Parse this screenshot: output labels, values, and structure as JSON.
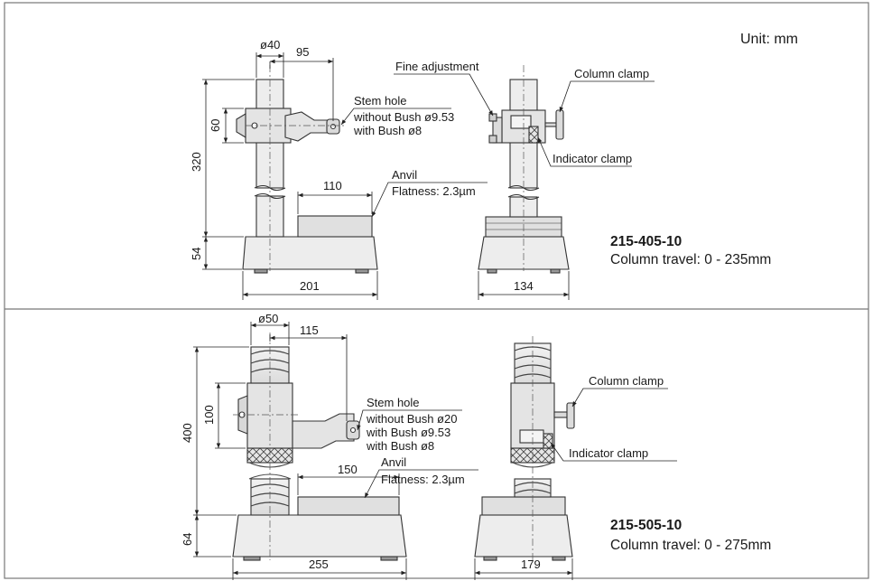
{
  "header": {
    "unit": "Unit: mm"
  },
  "stand_top": {
    "model": "215-405-10",
    "travel": "Column travel: 0 - 235mm",
    "dims": {
      "column_dia": "ø40",
      "reach": "95",
      "clamp_height": "60",
      "height": "320",
      "base_height": "54",
      "anvil_width": "110",
      "base_width": "201",
      "side_width": "134"
    },
    "labels": {
      "stem_hole": "Stem hole",
      "stem_without": "without Bush ø9.53",
      "stem_with": "with Bush ø8",
      "anvil": "Anvil",
      "flatness": "Flatness: 2.3µm",
      "fine_adjustment": "Fine adjustment",
      "column_clamp": "Column clamp",
      "indicator_clamp": "Indicator clamp"
    }
  },
  "stand_bottom": {
    "model": "215-505-10",
    "travel": "Column travel: 0 - 275mm",
    "dims": {
      "column_dia": "ø50",
      "reach": "115",
      "clamp_height": "100",
      "height": "400",
      "base_height": "64",
      "anvil_width": "150",
      "base_width": "255",
      "side_width": "179"
    },
    "labels": {
      "stem_hole": "Stem hole",
      "stem_without": "without Bush ø20",
      "stem_with1": "with Bush ø9.53",
      "stem_with2": "with Bush ø8",
      "anvil": "Anvil",
      "flatness": "Flatness: 2.3µm",
      "column_clamp": "Column clamp",
      "indicator_clamp": "Indicator clamp"
    }
  }
}
